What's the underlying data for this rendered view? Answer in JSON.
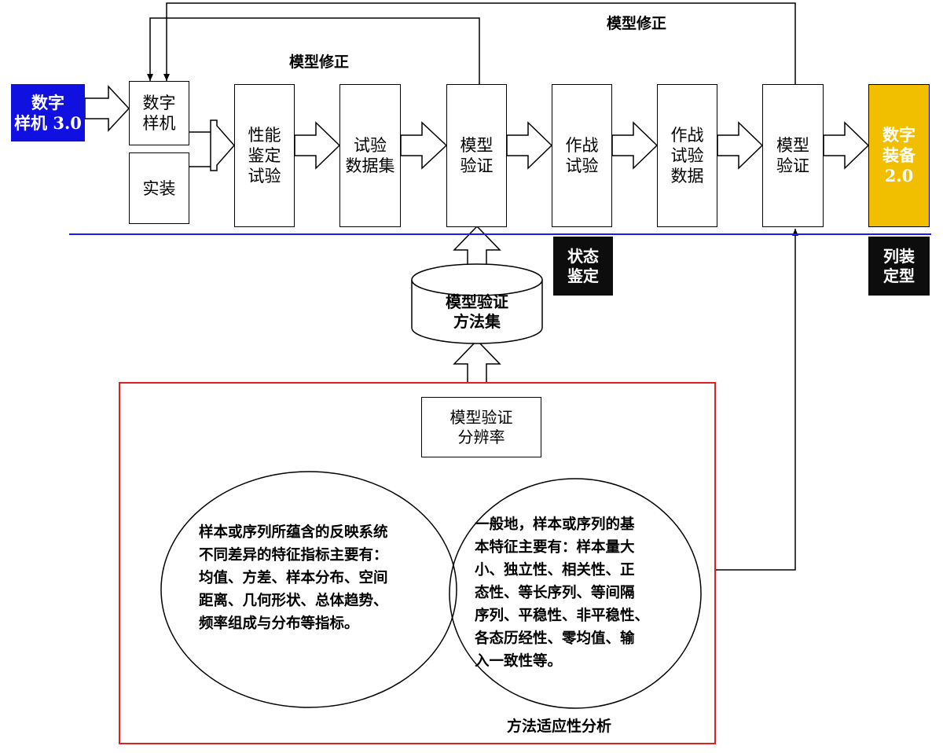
{
  "colors": {
    "start": "#1010e0",
    "end": "#f2be00",
    "divider": "#1a1aff",
    "panel": "#e02020",
    "tag": "#0d0d0d"
  },
  "nodes": {
    "prototype": "数字\n样机 3.0",
    "sample": "数字\n样机",
    "real": "实装",
    "perf_test": "性能\n鉴定\n试验",
    "test_dataset": "试验\n数据集",
    "model_verify_1": "模型\n验证",
    "combat_test": "作战\n试验",
    "combat_data": "作战\n试验\n数据",
    "model_verify_2": "模型\n验证",
    "equipment": "数字\n装备\n2.0"
  },
  "tags": {
    "state": "状态\n鉴定",
    "finalize": "列装\n定型"
  },
  "feedback_labels": {
    "inner": "模型修正",
    "outer": "模型修正"
  },
  "method_set": "模型验证\n方法集",
  "panel": {
    "resolution": "模型验证\n分辨率",
    "left_ellipse": "样本或序列所蕴含的反映系统\n不同差异的特征指标主要有：\n均值、方差、样本分布、空间\n距离、几何形状、总体趋势、\n频率组成与分布等指标。",
    "right_ellipse": "一般地，样本或序列的基\n本特征主要有：样本量大\n小、独立性、相关性、正\n态性、等长序列、等间隔\n序列、平稳性、非平稳性、\n各态历经性、零均值、输\n入一致性等。",
    "caption": "方法适应性分析"
  }
}
